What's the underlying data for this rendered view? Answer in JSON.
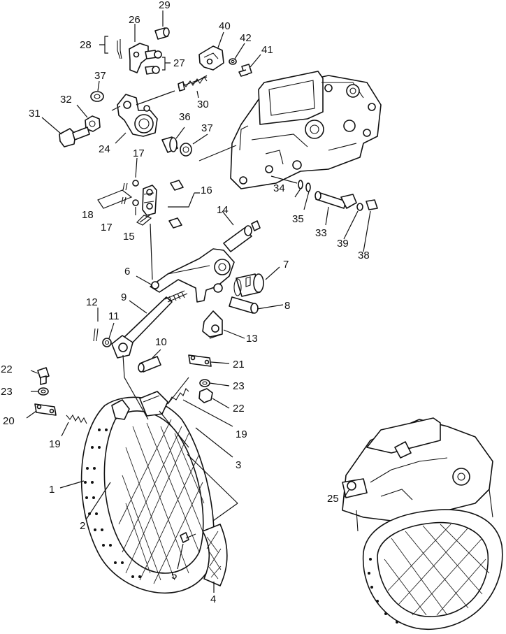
{
  "labels": {
    "n1": "1",
    "n2": "2",
    "n3": "3",
    "n4": "4",
    "n5": "5",
    "n6": "6",
    "n7": "7",
    "n8": "8",
    "n9": "9",
    "n10": "10",
    "n11": "11",
    "n12": "12",
    "n13": "13",
    "n14": "14",
    "n15": "15",
    "n16": "16",
    "n17a": "17",
    "n17b": "17",
    "n18": "18",
    "n19a": "19",
    "n19b": "19",
    "n20": "20",
    "n21": "21",
    "n22a": "22",
    "n22b": "22",
    "n23a": "23",
    "n23b": "23",
    "n24": "24",
    "n25": "25",
    "n26": "26",
    "n27": "27",
    "n28": "28",
    "n29": "29",
    "n30": "30",
    "n31": "31",
    "n32": "32",
    "n33": "33",
    "n34": "34",
    "n35": "35",
    "n36": "36",
    "n37a": "37",
    "n37b": "37",
    "n38": "38",
    "n39": "39",
    "n40": "40",
    "n41": "41",
    "n42": "42"
  }
}
